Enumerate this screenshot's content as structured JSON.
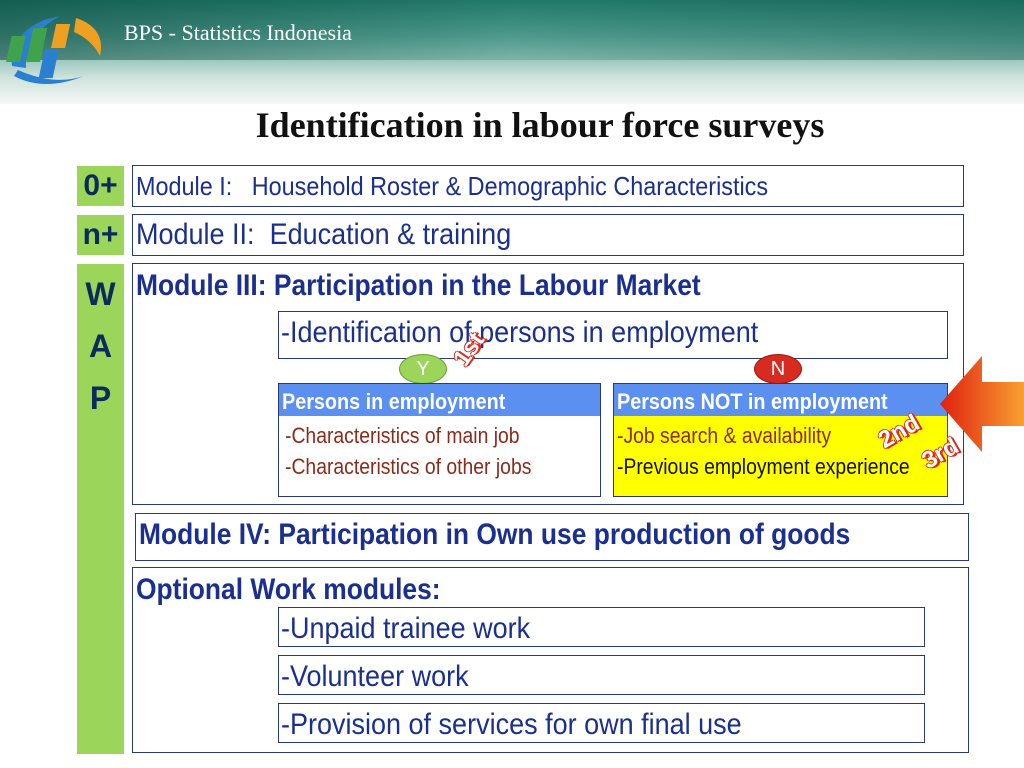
{
  "header": {
    "org_name": "BPS - Statistics Indonesia"
  },
  "title": "Identification in labour force surveys",
  "left_labels": {
    "zero_plus": "0+",
    "n_plus": "n+",
    "wap_letters": [
      "W",
      "A",
      "P"
    ]
  },
  "modules": {
    "m1": "Module I:   Household Roster & Demographic Characteristics",
    "m2": "Module II:  Education & training",
    "m3_title": "Module III: Participation in the Labour Market",
    "m3_identification": "-Identification of persons in employment",
    "yes_label": "Y",
    "no_label": "N",
    "employed": {
      "heading": "Persons in employment",
      "lines": [
        "-Characteristics of main job",
        "-Characteristics of other jobs"
      ]
    },
    "not_employed": {
      "heading": "Persons NOT in employment",
      "lines": [
        "-Job search & availability",
        "-Previous employment experience"
      ]
    },
    "ordinals": [
      "1st",
      "2nd",
      "3rd"
    ],
    "m4": "Module IV: Participation in Own use production of goods",
    "optional_title": "Optional Work modules:",
    "optional_items": [
      "-Unpaid trainee work",
      "-Volunteer work",
      "-Provision of services for own final use"
    ]
  },
  "colors": {
    "label_green": "#9bd65b",
    "text_blue": "#1a2f8f",
    "header_blue": "#5b8ff0",
    "highlight_yellow": "#ffff00",
    "no_red": "#d62b1e",
    "arrow_orange": "#f07020"
  },
  "icons": {
    "logo": "bps-logo-icon",
    "arrow": "left-arrow-icon"
  }
}
